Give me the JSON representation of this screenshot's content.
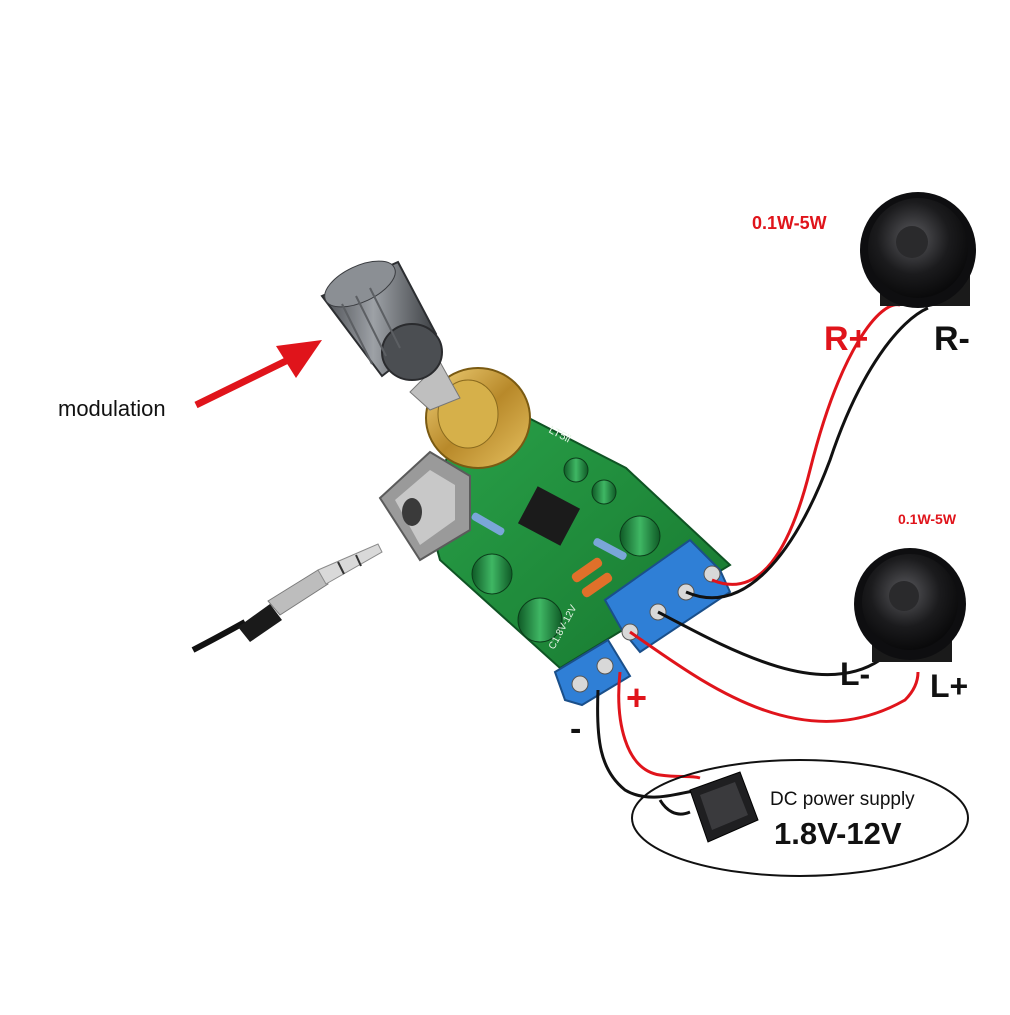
{
  "labels": {
    "modulation": "modulation",
    "speaker_right_power": "0.1W-5W",
    "speaker_left_power": "0.1W-5W",
    "r_plus": "R+",
    "r_minus": "R-",
    "l_minus": "L-",
    "l_plus": "L+",
    "supply_minus": "-",
    "supply_plus": "+",
    "supply_title": "DC power supply",
    "supply_range": "1.8V-12V",
    "pcb_silk_1": "LT5ll",
    "pcb_silk_2": "C1.8V-12V"
  },
  "colors": {
    "accent_red": "#e0141b",
    "wire_black": "#111111",
    "pcb_green": "#1f8f3a",
    "terminal_blue": "#2f7fd6",
    "knob_grey": "#6f7378",
    "pot_gold": "#c9a23a"
  },
  "icons": {
    "knob": "volume-knob-icon",
    "jack": "audio-jack-icon",
    "speaker": "speaker-icon",
    "adapter": "power-adapter-icon",
    "arrow": "arrow-icon"
  }
}
